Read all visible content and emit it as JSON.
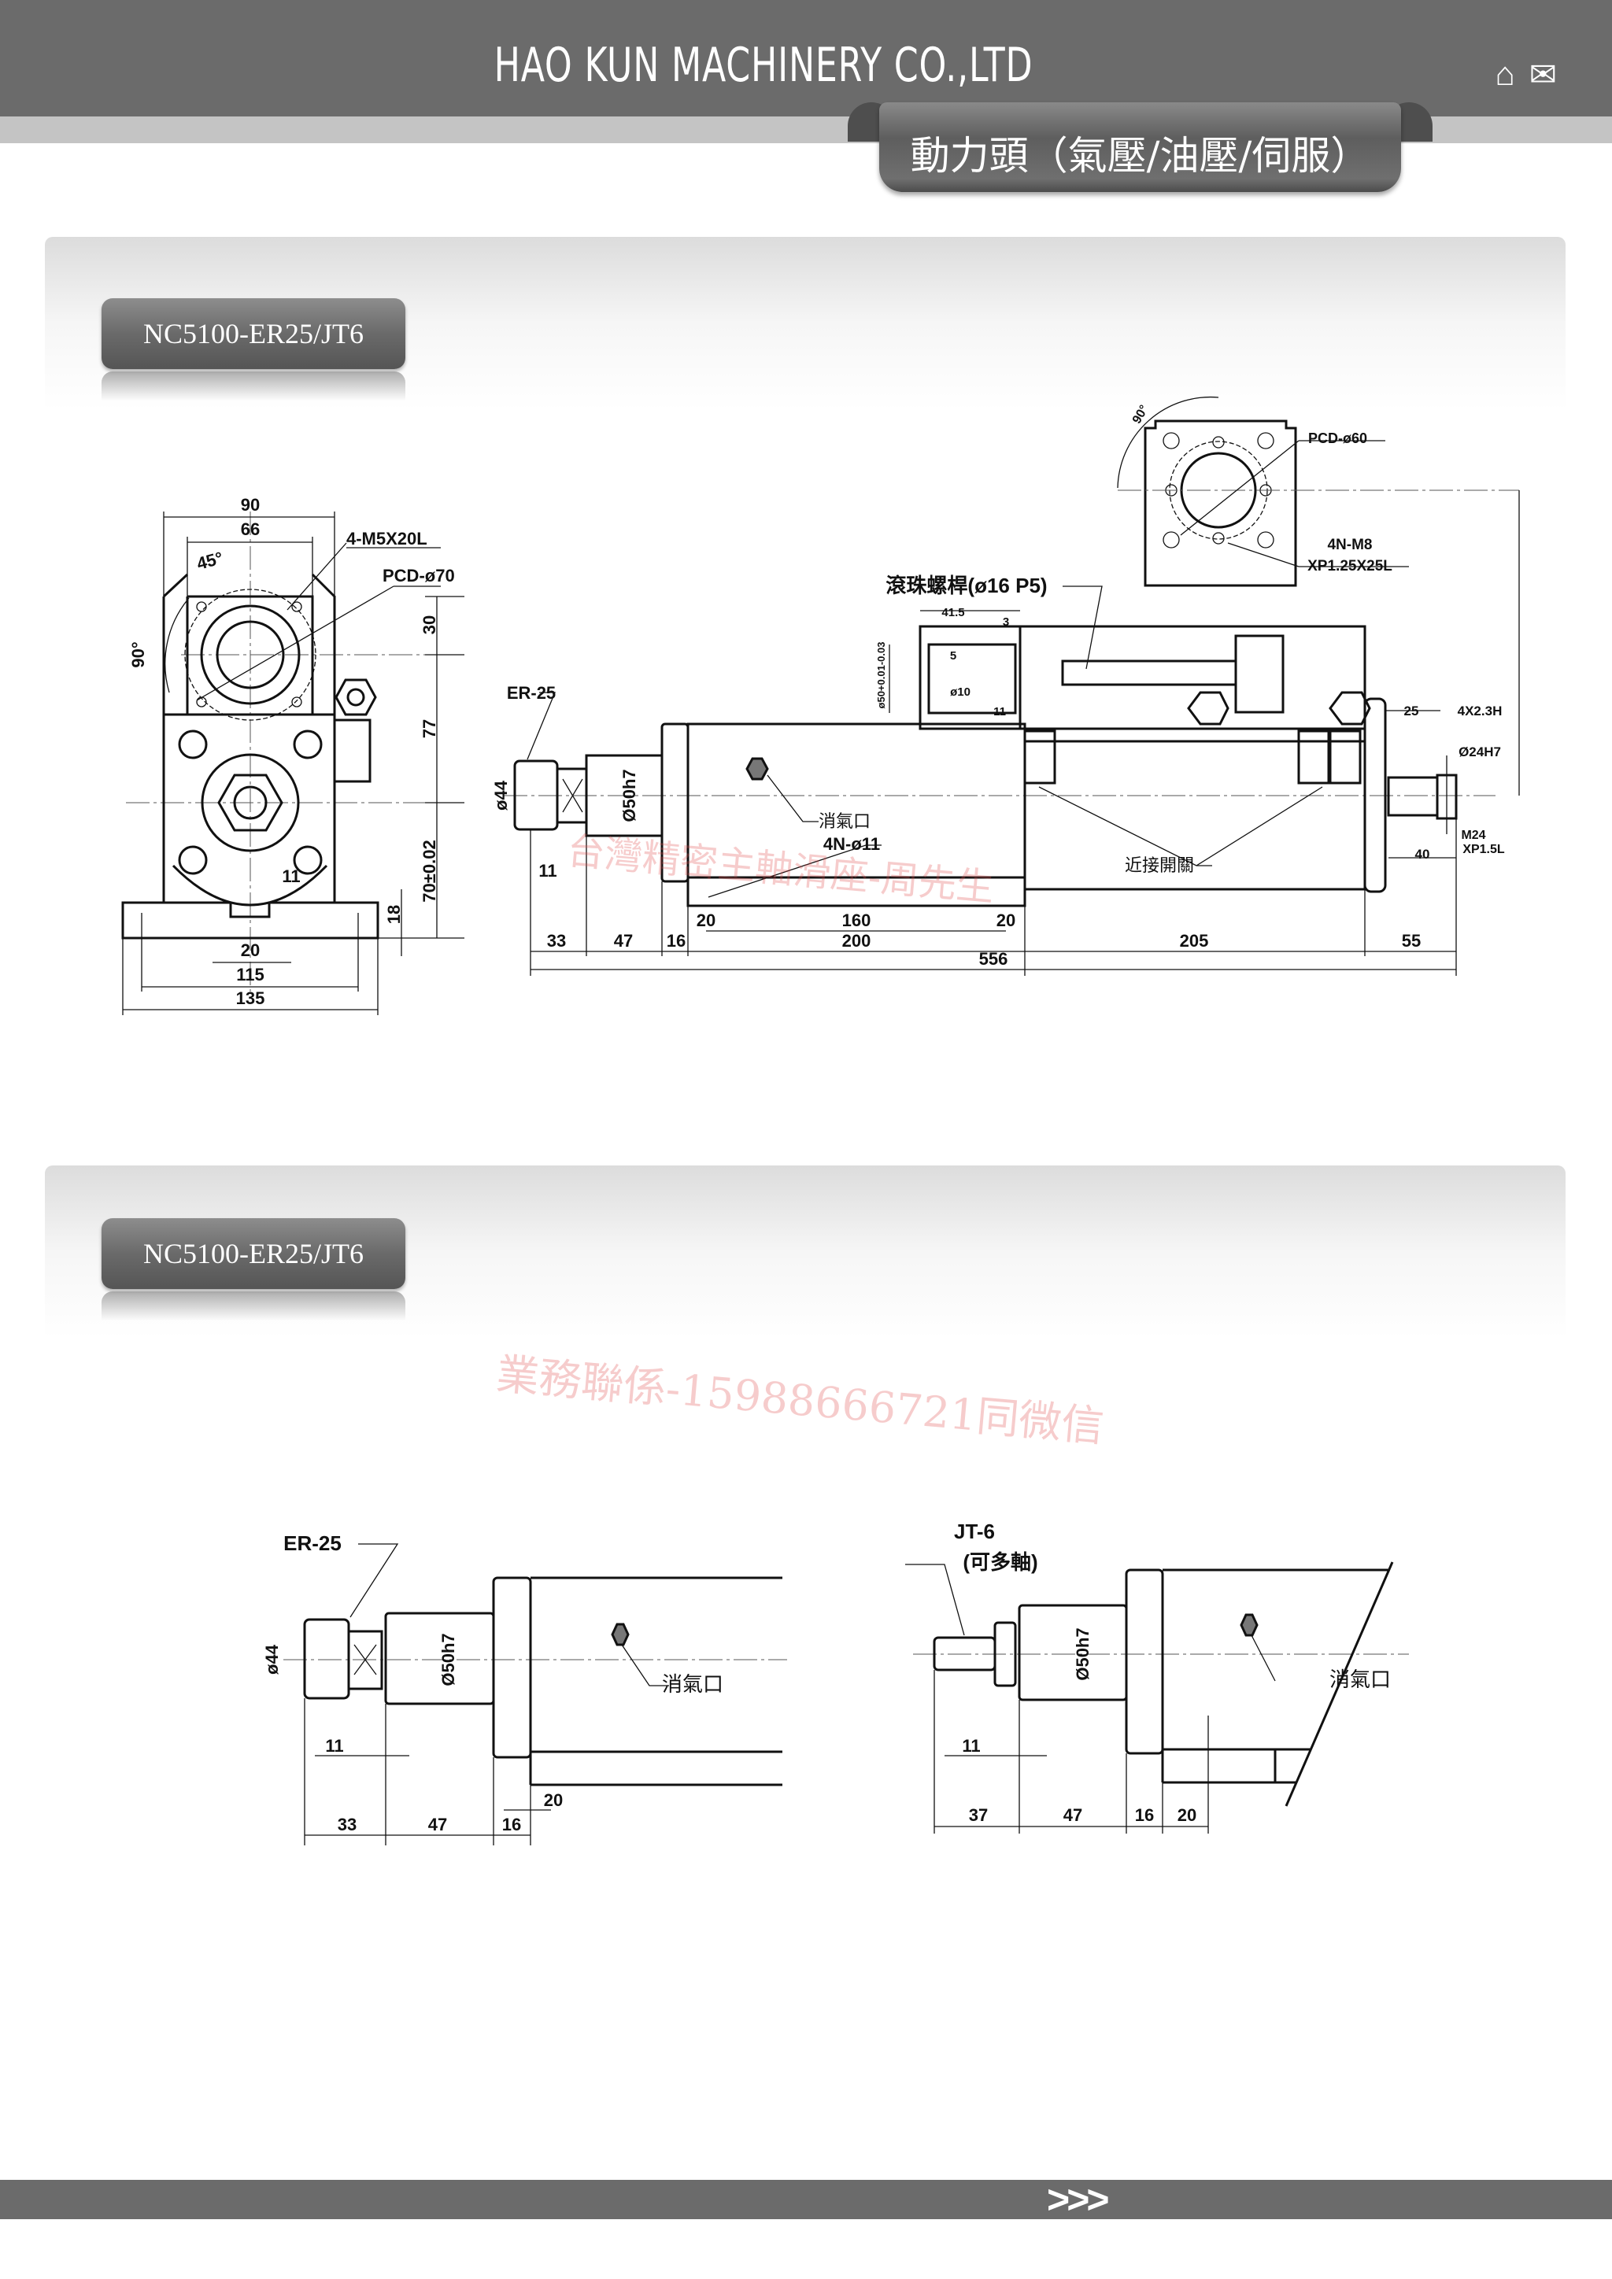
{
  "header": {
    "company": "HAO KUN MACHINERY CO.,LTD",
    "category": "動力頭（氣壓/油壓/伺服）",
    "icons": [
      "home-icon",
      "mail-icon"
    ]
  },
  "sections": [
    {
      "model_label": "NC5100-ER25/JT6"
    },
    {
      "model_label": "NC5100-ER25/JT6"
    }
  ],
  "front_view": {
    "d90": "90",
    "d66": "66",
    "a45": "45°",
    "a90": "90°",
    "thread": "4-M5X20L",
    "pcd": "PCD-ø70",
    "d30": "30",
    "d77": "77",
    "d70": "70±0.02",
    "d18": "18",
    "d11": "11",
    "d20": "20",
    "d115": "115",
    "d135": "135"
  },
  "side_view": {
    "er": "ER-25",
    "d44": "ø44",
    "d50h7": "Ø50h7",
    "vent": "消氣口",
    "holes": "4N-ø11",
    "ballscrew": "滾珠螺桿(ø16 P5)",
    "d41_5": "41.5",
    "d3": "3",
    "d5": "5",
    "d10": "ø10",
    "d11b": "11",
    "d50tol": "ø50+0.01-0.03",
    "a90": "90°",
    "pcd60": "PCD-ø60",
    "m8": "4N-M8",
    "m8len": "XP1.25X25L",
    "prox": "近接開關",
    "d25": "25",
    "key": "4X2.3H",
    "d24": "Ø24H7",
    "m24": "M24",
    "m24p": "XP1.5L",
    "d40": "40",
    "d11": "11",
    "d20a": "20",
    "d160": "160",
    "d20b": "20",
    "d33": "33",
    "d47": "47",
    "d16": "16",
    "d200": "200",
    "d205": "205",
    "d55": "55",
    "d556": "556"
  },
  "detail_er": {
    "er": "ER-25",
    "d44": "ø44",
    "d50h7": "Ø50h7",
    "vent": "消氣口",
    "d11": "11",
    "d20": "20",
    "d33": "33",
    "d47": "47",
    "d16": "16"
  },
  "detail_jt": {
    "jt": "JT-6",
    "multi": "(可多軸)",
    "d50h7": "Ø50h7",
    "vent": "消氣口",
    "d11": "11",
    "d37": "37",
    "d47": "47",
    "d16": "16",
    "d20": "20"
  },
  "watermarks": [
    "台灣精密主軸滑座-周先生",
    "業務聯係-15988666721同微信"
  ],
  "footer": {
    "next": ">>>"
  }
}
